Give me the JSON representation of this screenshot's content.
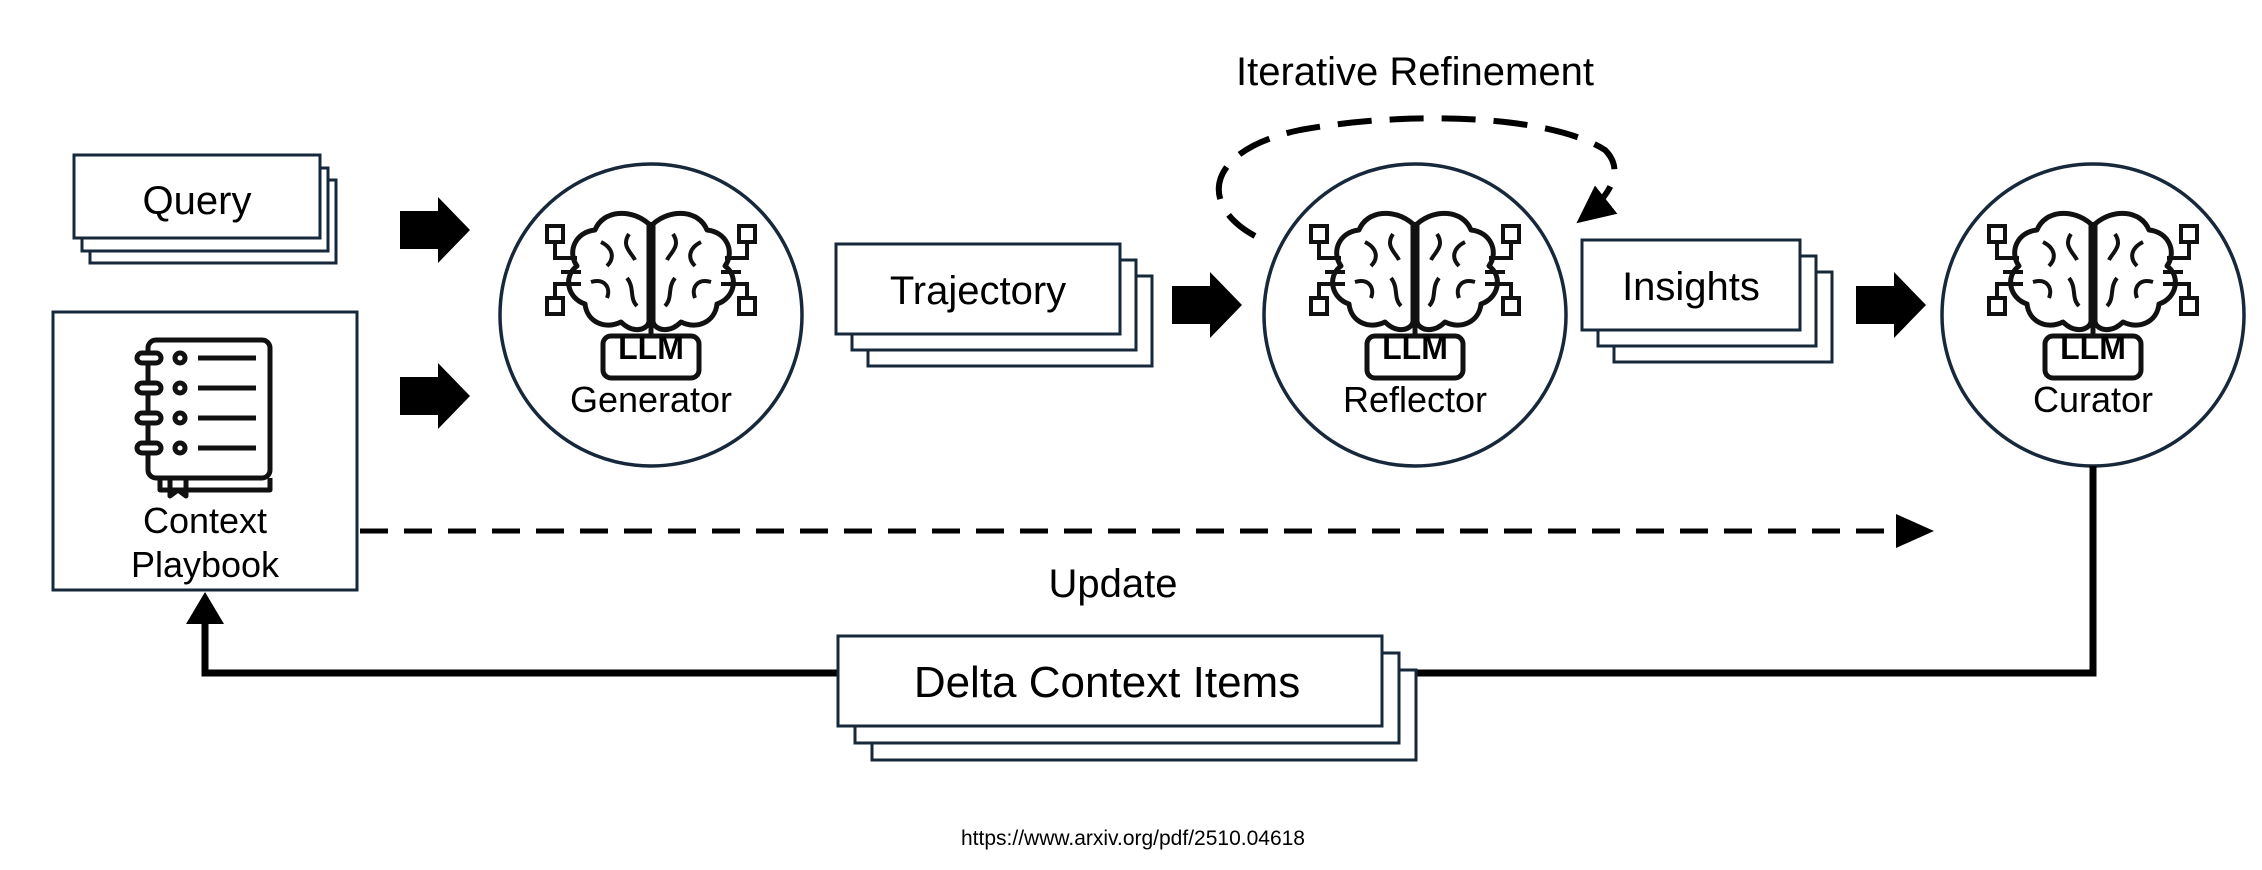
{
  "title": "Iterative Refinement",
  "nodes": {
    "query": "Query",
    "playbook_line1": "Context",
    "playbook_line2": "Playbook",
    "generator": "Generator",
    "trajectory": "Trajectory",
    "reflector": "Reflector",
    "insights": "Insights",
    "curator": "Curator",
    "delta": "Delta Context Items"
  },
  "llm_badge": "LLM",
  "update_label": "Update",
  "source_url": "https://www.arxiv.org/pdf/2510.04618",
  "icons": {
    "agent_icon": "llm-brain-icon",
    "playbook_icon": "notebook-icon"
  },
  "colors": {
    "stroke": "#16283a",
    "text": "#000000",
    "fill": "#ffffff"
  }
}
